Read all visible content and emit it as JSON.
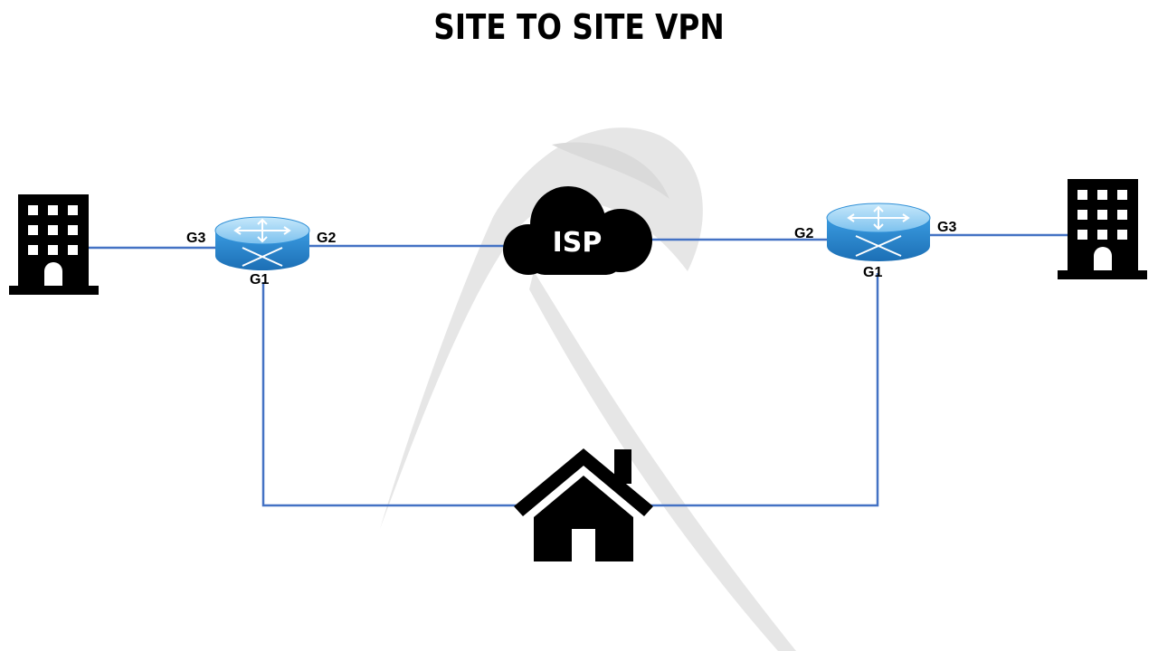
{
  "diagram": {
    "title": "SITE TO SITE VPN",
    "cloud": {
      "label": "ISP",
      "icon": "cloud-icon"
    },
    "router_left": {
      "icon": "router-icon",
      "ports": {
        "g3": "G3",
        "g2": "G2",
        "g1": "G1"
      }
    },
    "router_right": {
      "icon": "router-icon",
      "ports": {
        "g2": "G2",
        "g3": "G3",
        "g1": "G1"
      }
    },
    "building_left": {
      "icon": "office-building-icon"
    },
    "building_right": {
      "icon": "office-building-icon"
    },
    "home": {
      "icon": "house-icon"
    },
    "colors": {
      "link": "#4472C4",
      "router_top": "#9BD3F5",
      "router_side": "#2F8FD6",
      "icon_fill": "#000000",
      "watermark": "#E6E6E6"
    }
  }
}
